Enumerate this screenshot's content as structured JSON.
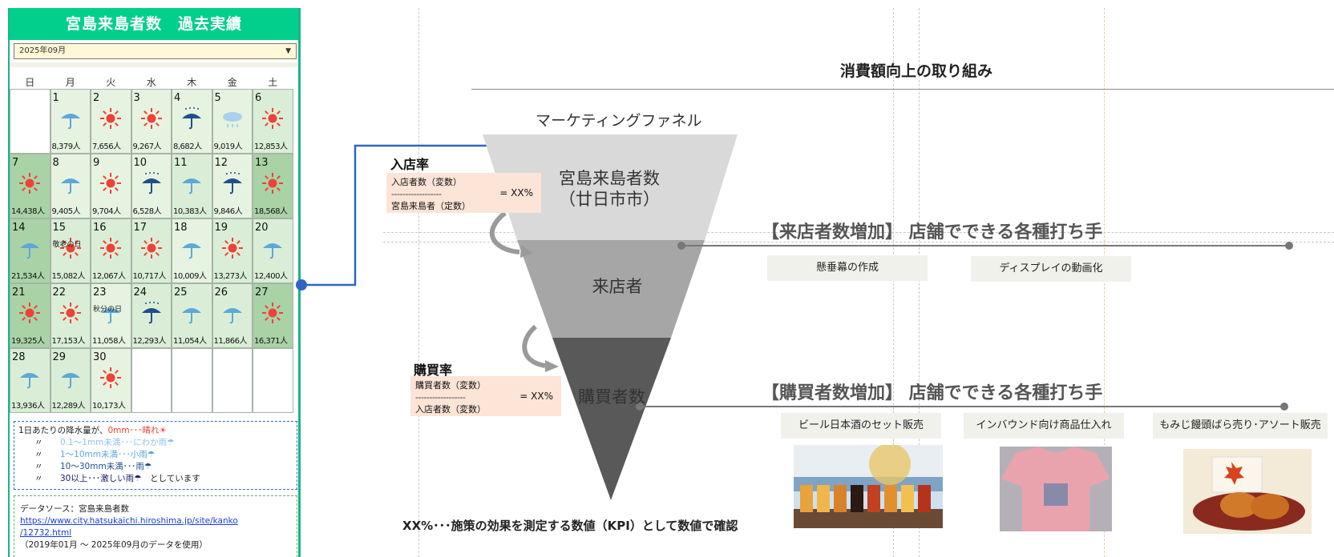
{
  "calendar": {
    "title": "宮島来島者数　過去実績",
    "month": "2025年09月",
    "weekdays": [
      "日",
      "月",
      "火",
      "水",
      "木",
      "金",
      "土"
    ],
    "weeks": [
      [
        {
          "empty": true
        },
        {
          "day": "1",
          "count": "8,379人",
          "weather": "light-rain",
          "shade": "light"
        },
        {
          "day": "2",
          "count": "7,656人",
          "weather": "sunny",
          "shade": "light"
        },
        {
          "day": "3",
          "count": "9,267人",
          "weather": "sunny",
          "shade": "light"
        },
        {
          "day": "4",
          "count": "8,682人",
          "weather": "heavy-rain",
          "shade": "light"
        },
        {
          "day": "5",
          "count": "9,019人",
          "weather": "shower",
          "shade": "light"
        },
        {
          "day": "6",
          "count": "12,853人",
          "weather": "sunny",
          "shade": "mid"
        }
      ],
      [
        {
          "day": "7",
          "count": "14,438人",
          "weather": "sunny",
          "shade": "dark"
        },
        {
          "day": "8",
          "count": "9,405人",
          "weather": "light-rain",
          "shade": "light"
        },
        {
          "day": "9",
          "count": "9,704人",
          "weather": "sunny",
          "shade": "light"
        },
        {
          "day": "10",
          "count": "6,528人",
          "weather": "heavy-rain",
          "shade": "light"
        },
        {
          "day": "11",
          "count": "10,383人",
          "weather": "light-rain",
          "shade": "mid"
        },
        {
          "day": "12",
          "count": "9,846人",
          "weather": "heavy-rain",
          "shade": "light"
        },
        {
          "day": "13",
          "count": "18,568人",
          "weather": "sunny",
          "shade": "dark"
        }
      ],
      [
        {
          "day": "14",
          "count": "21,534人",
          "weather": "light-rain",
          "shade": "dark"
        },
        {
          "day": "15",
          "count": "15,082人",
          "weather": "sunny",
          "shade": "mid",
          "holiday": "敬老の日"
        },
        {
          "day": "16",
          "count": "12,067人",
          "weather": "sunny",
          "shade": "mid"
        },
        {
          "day": "17",
          "count": "10,717人",
          "weather": "sunny",
          "shade": "mid"
        },
        {
          "day": "18",
          "count": "10,009人",
          "weather": "light-rain",
          "shade": "light"
        },
        {
          "day": "19",
          "count": "13,273人",
          "weather": "sunny",
          "shade": "mid"
        },
        {
          "day": "20",
          "count": "12,400人",
          "weather": "light-rain",
          "shade": "mid"
        }
      ],
      [
        {
          "day": "21",
          "count": "19,325人",
          "weather": "sunny",
          "shade": "dark"
        },
        {
          "day": "22",
          "count": "17,153人",
          "weather": "sunny",
          "shade": "mid"
        },
        {
          "day": "23",
          "count": "11,058人",
          "weather": "light-rain",
          "shade": "light",
          "holiday": "秋分の日"
        },
        {
          "day": "24",
          "count": "12,293人",
          "weather": "heavy-rain",
          "shade": "mid"
        },
        {
          "day": "25",
          "count": "11,054人",
          "weather": "light-rain",
          "shade": "mid"
        },
        {
          "day": "26",
          "count": "11,866人",
          "weather": "light-rain",
          "shade": "mid"
        },
        {
          "day": "27",
          "count": "16,371人",
          "weather": "sunny",
          "shade": "dark"
        }
      ],
      [
        {
          "day": "28",
          "count": "13,936人",
          "weather": "light-rain",
          "shade": "mid"
        },
        {
          "day": "29",
          "count": "12,289人",
          "weather": "light-rain",
          "shade": "mid"
        },
        {
          "day": "30",
          "count": "10,173人",
          "weather": "sunny",
          "shade": "light"
        },
        {
          "empty": true
        },
        {
          "empty": true
        },
        {
          "empty": true
        },
        {
          "empty": true
        }
      ]
    ],
    "legend": {
      "line1_prefix": "1日あたりの降水量が、",
      "line1_value": "0mm･･･晴れ☀",
      "ditto": "〃",
      "line2": "0.1～1mm未満･･･にわか雨☂",
      "line3": "1～10mm未満･･･小雨☂",
      "line4": "10～30mm未満･･･雨☂",
      "line5": "30以上･･･激しい雨☂",
      "line5_suffix": "としています"
    },
    "source": {
      "label": "データソース：宮島来島者数",
      "url_line1": "https://www.city.hatsukaichi.hiroshima.jp/site/kanko",
      "url_line2": "/12732.html",
      "note": "（2019年01月 ～ 2025年09月のデータを使用）"
    },
    "colors": {
      "header": "#03cf8c",
      "sun": "#ef4135",
      "rain_light": "#5ca8d8",
      "rain_heavy": "#1f4e8c",
      "shower": "#a9d1ef"
    }
  },
  "slide": {
    "title": "消費額向上の取り組み",
    "funnel_caption": "マーケティングファネル",
    "funnel": {
      "top_line1": "宮島来島者数",
      "top_line2": "（廿日市市）",
      "middle": "来店者",
      "bottom": "購買者数"
    },
    "entry_rate": {
      "title": "入店率",
      "numerator": "入店者数（変数）",
      "separator": "------------------",
      "denominator": "宮島来島者（定数）",
      "result": "= XX%"
    },
    "purchase_rate": {
      "title": "購買率",
      "numerator": "購買者数（変数）",
      "separator": "------------------",
      "denominator": "入店者数（変数）",
      "result": "= XX%"
    },
    "visitor_section": {
      "heading": "【来店者数増加】 店舗でできる各種打ち手",
      "tags": [
        "懸垂幕の作成",
        "ディスプレイの動画化"
      ]
    },
    "buyer_section": {
      "heading": "【購買者数増加】 店舗でできる各種打ち手",
      "tags": [
        "ビール日本酒のセット販売",
        "インバウンド向け商品仕入れ",
        "もみじ饅頭ばら売り･アソート販売"
      ]
    },
    "kpi_note": "XX%･･･施策の効果を測定する数値（KPI）として数値で確認",
    "colors": {
      "connector": "#2f64c4",
      "funnel_top": "#d9d9d9",
      "funnel_mid": "#a6a6a6",
      "funnel_bottom": "#595959",
      "rate_box": "#fce4d6"
    }
  }
}
